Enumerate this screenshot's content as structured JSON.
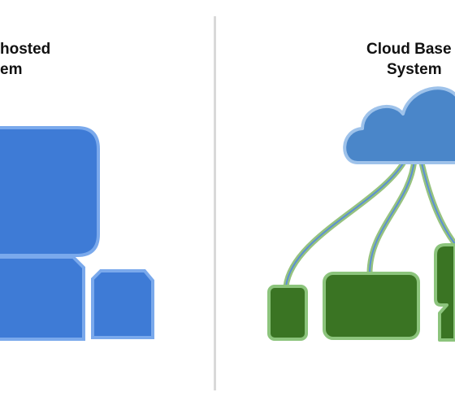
{
  "left_panel": {
    "title_line1": "hosted",
    "title_line2": "em"
  },
  "right_panel": {
    "title_line1": "Cloud Base",
    "title_line2": "System"
  },
  "colors": {
    "background": "#ffffff",
    "divider": "#d9d9d9",
    "onprem_fill": "#3e7bd6",
    "onprem_stroke": "#7aa9ec",
    "cloud_fill": "#4a86c9",
    "cloud_stroke": "#9ec2ea",
    "device_fill": "#3a7423",
    "device_stroke": "#8cc47c",
    "connector_green": "#96c27f",
    "connector_blue": "#5b8fd4"
  }
}
